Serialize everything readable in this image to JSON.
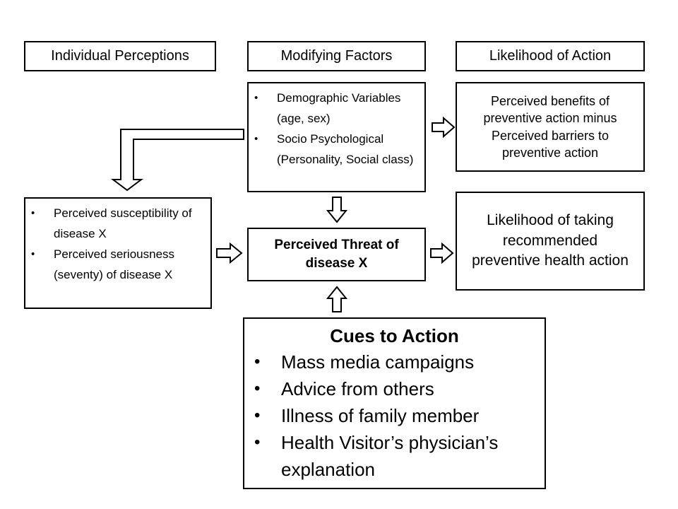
{
  "headers": {
    "individual_perceptions": "Individual Perceptions",
    "modifying_factors": "Modifying Factors",
    "likelihood_of_action": "Likelihood of Action"
  },
  "modifying_factors_list": [
    "Demographic Variables (age, sex)",
    "Socio Psychological (Personality, Social class)"
  ],
  "perceived_benefits": "Perceived benefits of preventive action minus Perceived barriers to preventive action",
  "individual_perceptions_list": [
    "Perceived susceptibility of disease X",
    "Perceived seriousness (seventy) of disease X"
  ],
  "perceived_threat": "Perceived Threat of disease X",
  "likelihood_taking": "Likelihood of taking recommended preventive health action",
  "cues": {
    "title": "Cues to Action",
    "items": [
      "Mass media campaigns",
      "Advice from others",
      "Illness of family member",
      "Health Visitor’s physician’s explanation"
    ]
  }
}
